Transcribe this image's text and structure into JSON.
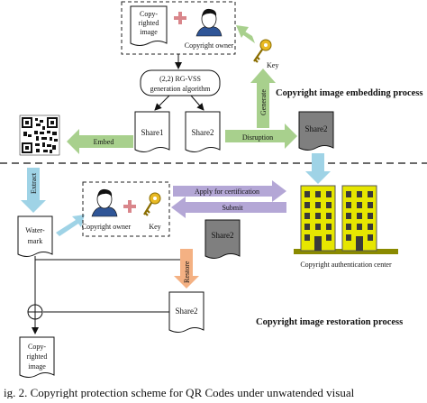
{
  "labels": {
    "copyrighted_image_top": [
      "Copy-",
      "righted",
      "image"
    ],
    "copyright_owner_top": "Copyright owner",
    "key_top": "Key",
    "vss_algorithm": [
      "(2,2) RG-VSS",
      "generation algorithm"
    ],
    "share1": "Share1",
    "share2_left": "Share2",
    "share2_disrupted": "Share2",
    "generate": "Generate",
    "embed": "Embed",
    "disruption": "Disruption",
    "embedding_process": "Copyright image embedding process",
    "extract": "Extract",
    "watermark": [
      "Water-",
      "mark"
    ],
    "copyright_owner_bottom": "Copyright owner",
    "key_bottom": "Key",
    "share2_bottom_dark": "Share2",
    "apply_for_certification": "Apply for certification",
    "submit": "Submit",
    "authentication_center": "Copyright authentication center",
    "restore": "Restore",
    "share2_restored": "Share2",
    "restoration_process": "Copyright image restoration process",
    "copyrighted_image_bottom": [
      "Copy-",
      "righted",
      "image"
    ],
    "caption": "ig. 2.  Copyright protection scheme for QR Codes under unwatended visual"
  },
  "colors": {
    "green_arrow": "#a8d08d",
    "blue_arrow": "#9fd3e6",
    "purple_arrow": "#b4a7d6",
    "orange_arrow": "#f4b183",
    "red_plus": "#d9868b",
    "dark_share": "#7f7f7f",
    "building_yellow": "#e6e600",
    "key_gold": "#d4a017"
  },
  "icons": [
    "qr-code-icon",
    "person-icon",
    "key-icon",
    "building-icon",
    "xor-icon"
  ]
}
